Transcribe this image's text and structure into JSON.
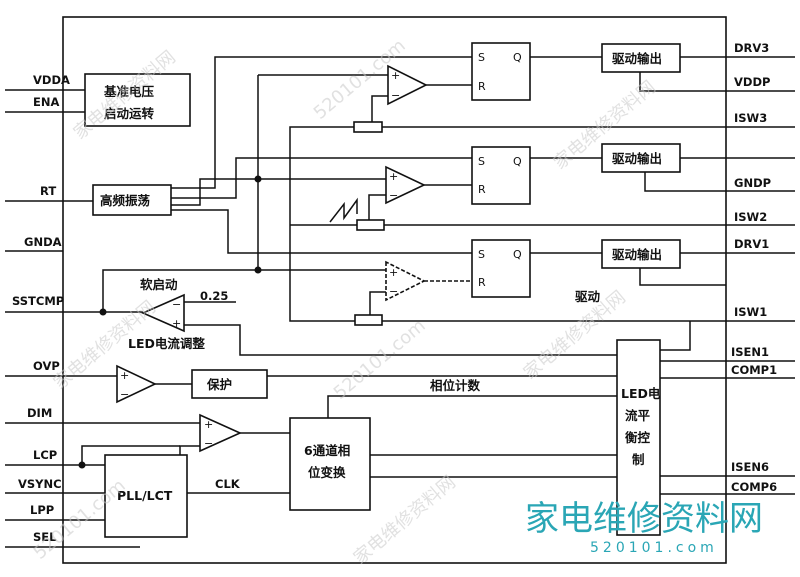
{
  "pins_left": {
    "vdda": "VDDA",
    "ena": "ENA",
    "rt": "RT",
    "gnda": "GNDA",
    "sstcmp": "SSTCMP",
    "ovp": "OVP",
    "dim": "DIM",
    "lcp": "LCP",
    "vsync": "VSYNC",
    "lpp": "LPP",
    "sel": "SEL"
  },
  "pins_right": {
    "drv3": "DRV3",
    "vddp": "VDDP",
    "isw3": "ISW3",
    "gndp": "GNDP",
    "isw2": "ISW2",
    "drv1": "DRV1",
    "isw1": "ISW1",
    "isen1": "ISEN1",
    "comp1": "COMP1",
    "isen6": "ISEN6",
    "comp6": "COMP6"
  },
  "blocks": {
    "vref_line1": "基准电压",
    "vref_line2": "启动运转",
    "osc": "高频振荡",
    "protect": "保护",
    "pll": "PLL/LCT",
    "phase_line1": "6通道相",
    "phase_line2": "位变换",
    "balance_line1": "LED电",
    "balance_line2": "流平",
    "balance_line3": "衡控",
    "balance_line4": "制",
    "driver_out": "驱动输出"
  },
  "labels": {
    "soft_start": "软启动",
    "ref_025": "0.25",
    "led_adj": "LED电流调整",
    "drive": "驱动",
    "phase_count": "相位计数",
    "clk": "CLK",
    "s": "S",
    "r": "R",
    "q": "Q",
    "plus": "+",
    "minus": "−"
  },
  "watermark": {
    "logo": "家电维修资料网",
    "url": "520101.com"
  }
}
